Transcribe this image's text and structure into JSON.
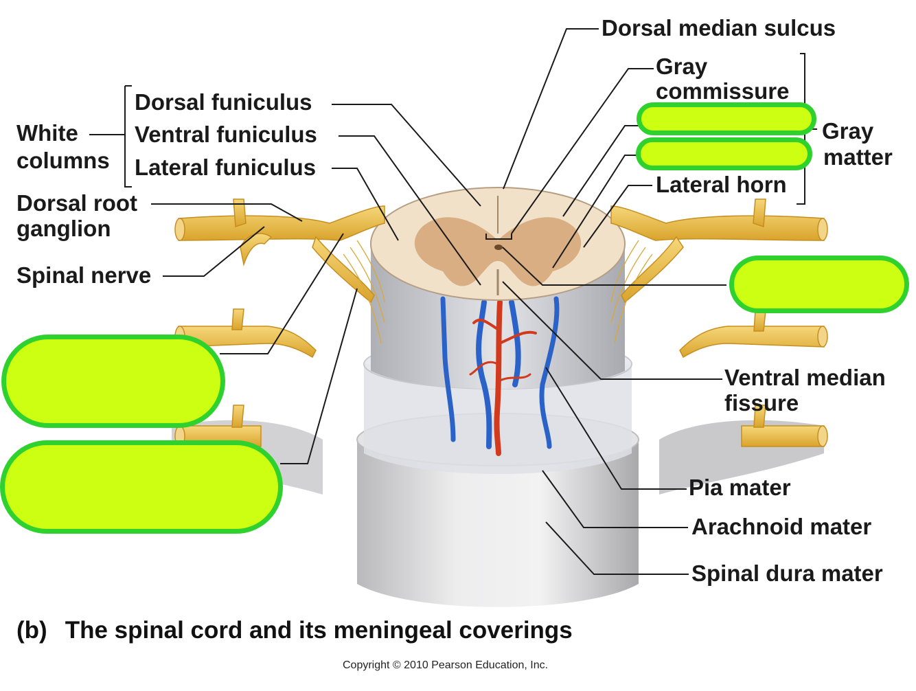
{
  "labels": {
    "dorsal_median_sulcus": "Dorsal median sulcus",
    "gray_commissure_1": "Gray",
    "gray_commissure_2": "commissure",
    "gray_matter_1": "Gray",
    "gray_matter_2": "matter",
    "lateral_horn": "Lateral horn",
    "dorsal_funiculus": "Dorsal funiculus",
    "ventral_funiculus": "Ventral funiculus",
    "lateral_funiculus": "Lateral funiculus",
    "white_columns_1": "White",
    "white_columns_2": "columns",
    "dorsal_root_ganglion_1": "Dorsal root",
    "dorsal_root_ganglion_2": "ganglion",
    "spinal_nerve": "Spinal nerve",
    "ventral_median_fissure_1": "Ventral median",
    "ventral_median_fissure_2": "fissure",
    "pia_mater": "Pia mater",
    "arachnoid_mater": "Arachnoid mater",
    "spinal_dura_mater": "Spinal dura mater"
  },
  "caption": {
    "tag": "(b)",
    "text": "The spinal cord and its meningeal coverings"
  },
  "copyright": "Copyright © 2010 Pearson Education, Inc.",
  "colors": {
    "blank_fill": "#ccff11",
    "blank_border": "#2fd12f",
    "nerve": "#e8b83a",
    "white_matter": "#f1e1c8",
    "gray_matter": "#d6a97b",
    "dura": "#dcdcdc",
    "vein": "#2a62c8",
    "artery": "#d23a1e"
  }
}
